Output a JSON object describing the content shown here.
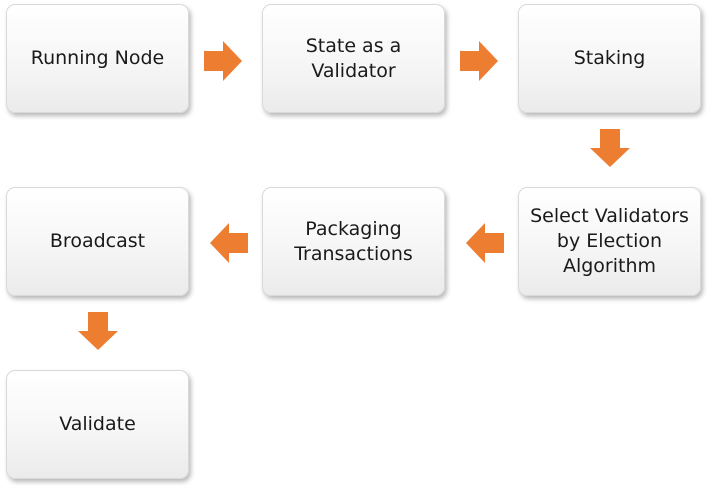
{
  "steps": [
    {
      "label": "Running Node"
    },
    {
      "label": "State as a\nValidator"
    },
    {
      "label": "Staking"
    },
    {
      "label": "Select Validators\nby Election\nAlgorithm"
    },
    {
      "label": "Packaging\nTransactions"
    },
    {
      "label": "Broadcast"
    },
    {
      "label": "Validate"
    }
  ],
  "colors": {
    "arrow": "#ED7D31",
    "box_border": "#D9D9D9",
    "text": "#1A1A1A"
  },
  "icons": {
    "arrow": "arrow-icon"
  }
}
